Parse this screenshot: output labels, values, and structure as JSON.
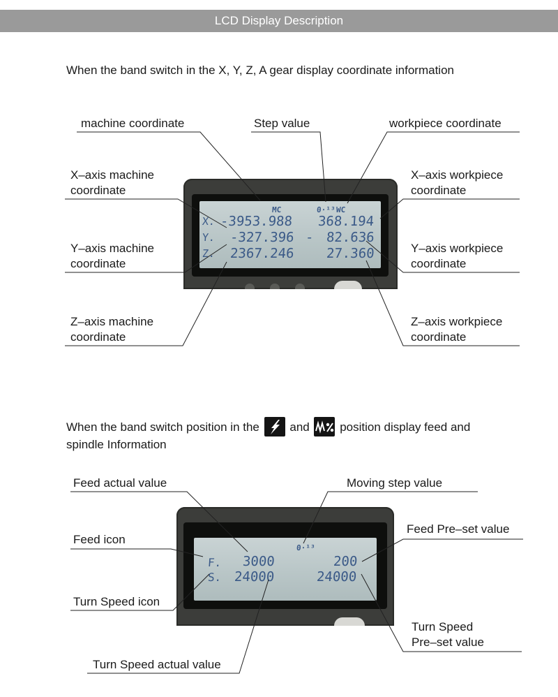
{
  "header": {
    "title": "LCD Display Description"
  },
  "section1": {
    "intro": "When the band switch in the X, Y, Z, A gear display coordinate information",
    "labels": {
      "machine_coordinate": "machine coordinate",
      "step_value": "Step value",
      "workpiece_coordinate": "workpiece coordinate",
      "x_machine_1": "X–axis machine",
      "x_machine_2": "coordinate",
      "x_workpiece_1": "X–axis workpiece",
      "x_workpiece_2": "coordinate",
      "y_machine_1": "Y–axis machine",
      "y_machine_2": "coordinate",
      "y_workpiece_1": "Y–axis workpiece",
      "y_workpiece_2": "coordinate",
      "z_machine_1": "Z–axis machine",
      "z_machine_2": "coordinate",
      "z_workpiece_1": "Z–axis workpiece",
      "z_workpiece_2": "coordinate"
    },
    "lcd": {
      "mc": "MC",
      "step": "0·¹³",
      "wc": "WC",
      "x_axis": "X.",
      "y_axis": "Y.",
      "z_axis": "Z.",
      "x_machine": "-3953.988",
      "x_workpiece": "368.194",
      "y_machine": "-327.396",
      "y_dash": "-",
      "y_workpiece": "82.636",
      "z_machine": "2367.246",
      "z_workpiece": "27.360"
    }
  },
  "section2": {
    "intro_a": "When the band switch position in the",
    "intro_and": "and",
    "intro_b": "position display feed and",
    "intro_c": "spindle Information",
    "labels": {
      "feed_actual": "Feed actual value",
      "moving_step": "Moving step value",
      "feed_icon": "Feed icon",
      "feed_preset": "Feed Pre–set value",
      "turn_speed_icon": "Turn Speed icon",
      "turn_speed_preset_1": "Turn Speed",
      "turn_speed_preset_2": "Pre–set value",
      "turn_speed_actual": "Turn Speed actual value"
    },
    "lcd": {
      "step": "0·¹³",
      "f_icon": "F.",
      "s_icon": "S.",
      "feed_actual": "3000",
      "feed_preset": "200",
      "speed_actual": "24000",
      "speed_preset": "24000"
    }
  },
  "colors": {
    "header": "#9a9a9a",
    "lcd_background": "#c0cbcc",
    "lcd_digits": "#3b5a88",
    "device_body": "#3c3d3a"
  }
}
